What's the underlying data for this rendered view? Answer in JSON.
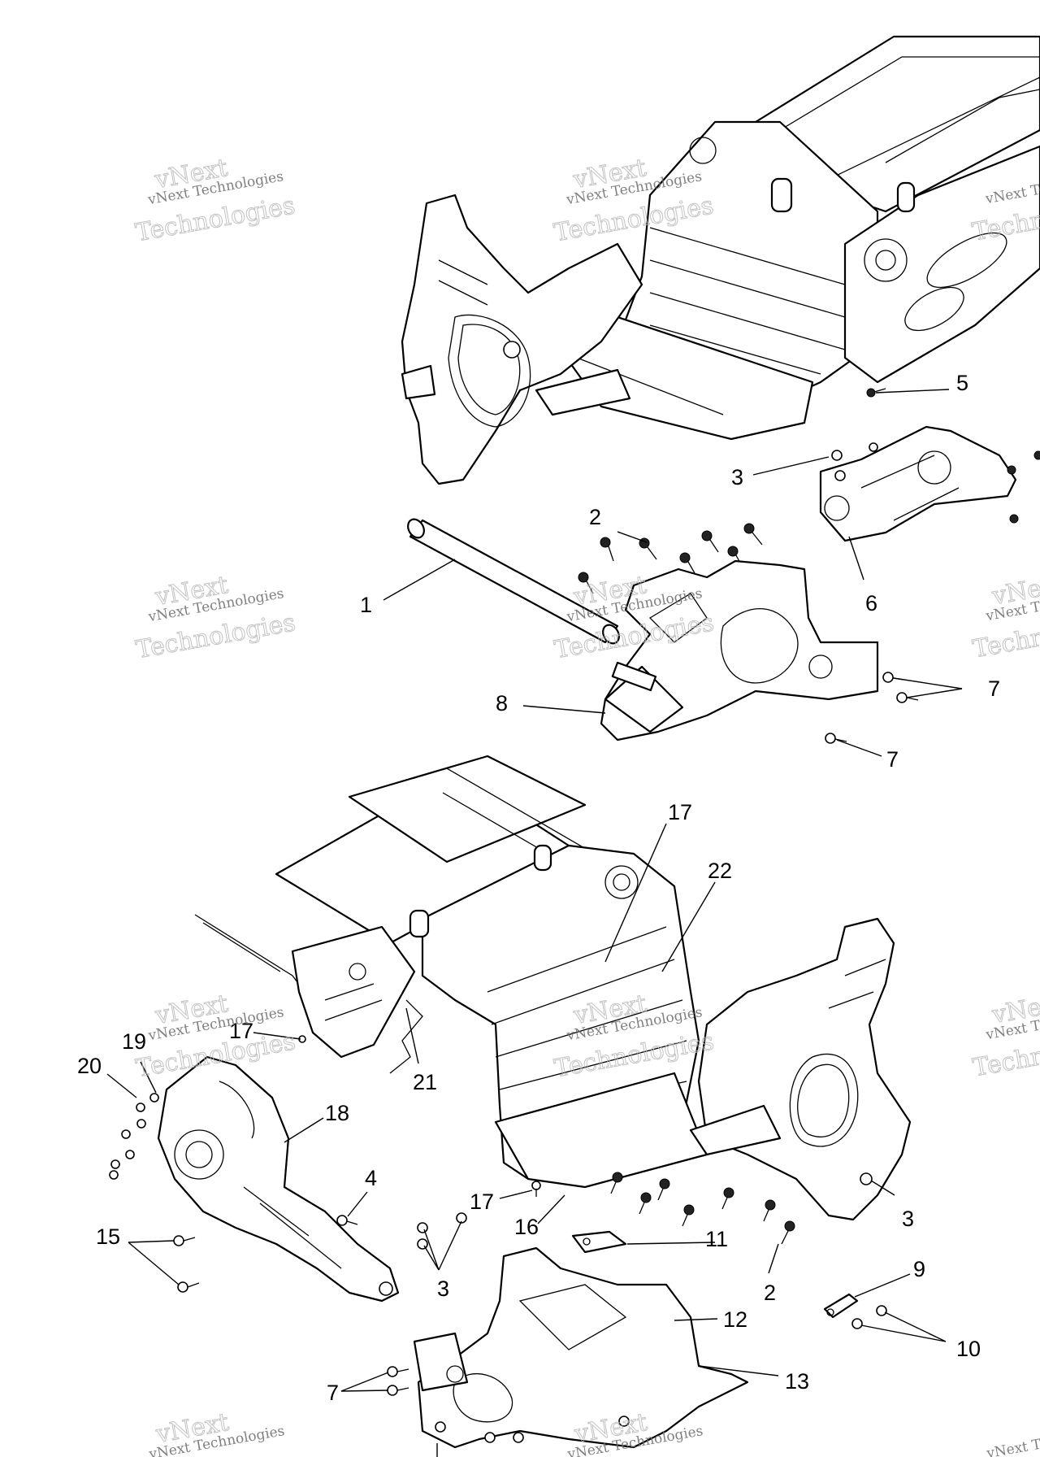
{
  "watermark": {
    "small": "vNext Technologies",
    "big_top": "vNext",
    "big_bottom": "Technologies"
  },
  "callouts": [
    "1",
    "2",
    "3",
    "4",
    "5",
    "6",
    "7",
    "8",
    "9",
    "10",
    "11",
    "12",
    "13",
    "15",
    "16",
    "17",
    "18",
    "19",
    "20",
    "21",
    "22"
  ]
}
